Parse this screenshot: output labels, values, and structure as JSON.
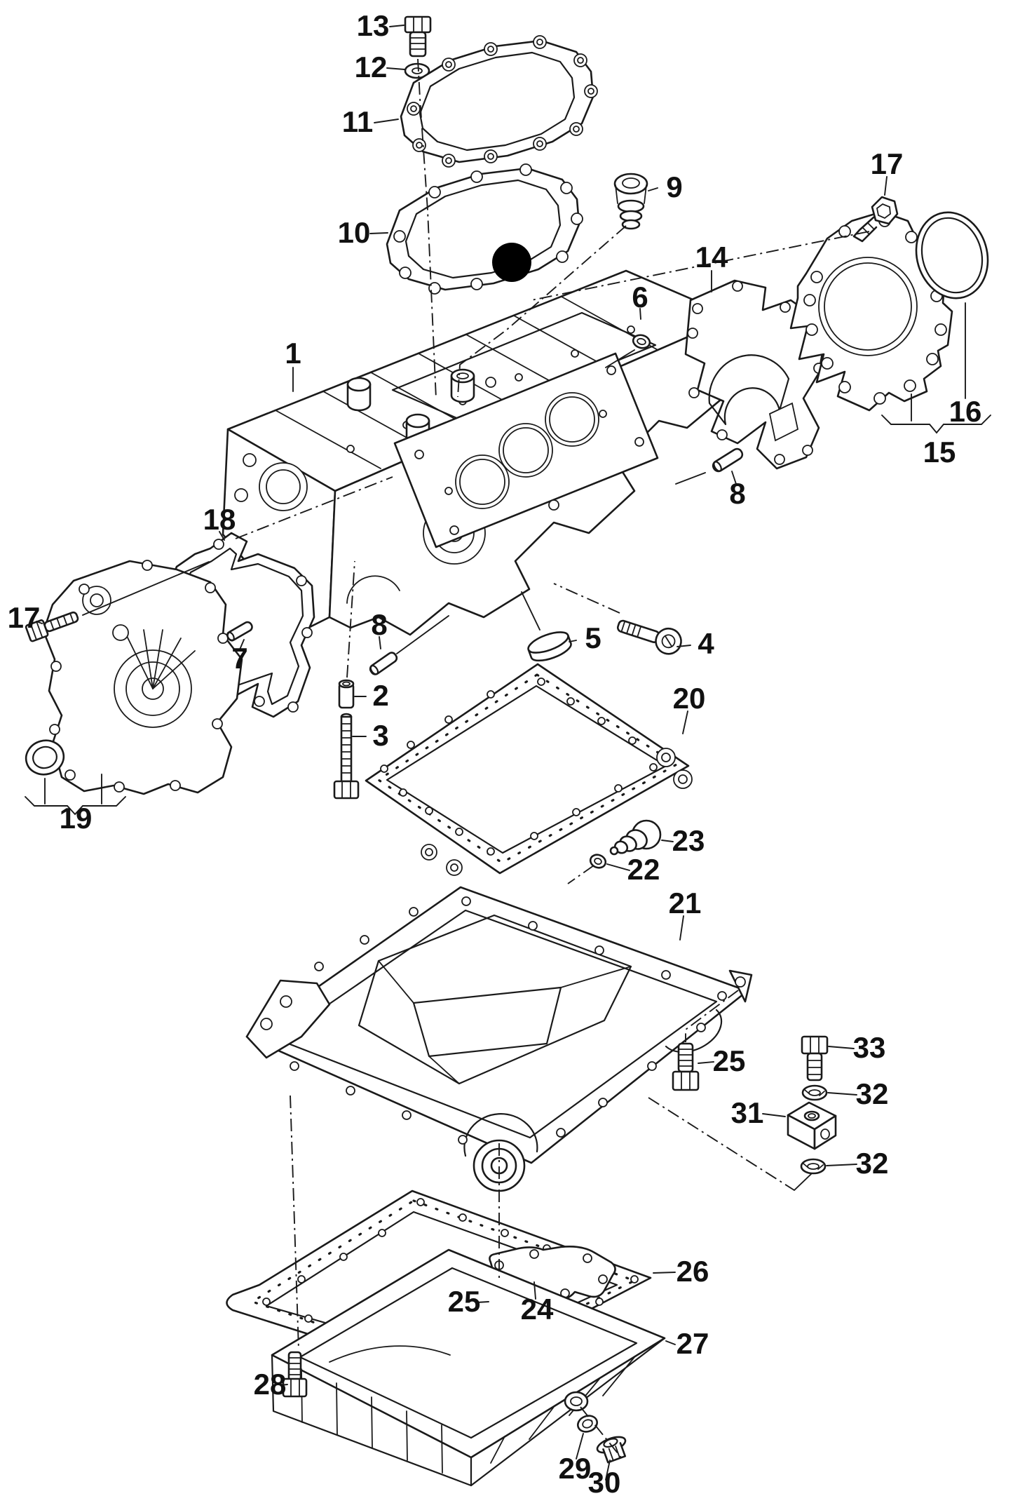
{
  "diagram": {
    "type": "exploded-parts-diagram",
    "background": "#ffffff",
    "line_color": "#1a1a1a",
    "label_color": "#111111",
    "marker": {
      "name": "selected-position-dot",
      "color": "#000000"
    },
    "callouts": [
      {
        "label": "13"
      },
      {
        "label": "12"
      },
      {
        "label": "11"
      },
      {
        "label": "10"
      },
      {
        "label": "9"
      },
      {
        "label": "17"
      },
      {
        "label": "14"
      },
      {
        "label": "16"
      },
      {
        "label": "15"
      },
      {
        "label": "1"
      },
      {
        "label": "6"
      },
      {
        "label": "8"
      },
      {
        "label": "18"
      },
      {
        "label": "17"
      },
      {
        "label": "7"
      },
      {
        "label": "8"
      },
      {
        "label": "2"
      },
      {
        "label": "3"
      },
      {
        "label": "5"
      },
      {
        "label": "4"
      },
      {
        "label": "19"
      },
      {
        "label": "20"
      },
      {
        "label": "23"
      },
      {
        "label": "22"
      },
      {
        "label": "21"
      },
      {
        "label": "25"
      },
      {
        "label": "33"
      },
      {
        "label": "32"
      },
      {
        "label": "31"
      },
      {
        "label": "32"
      },
      {
        "label": "26"
      },
      {
        "label": "25"
      },
      {
        "label": "24"
      },
      {
        "label": "27"
      },
      {
        "label": "28"
      },
      {
        "label": "29"
      },
      {
        "label": "30"
      }
    ]
  }
}
